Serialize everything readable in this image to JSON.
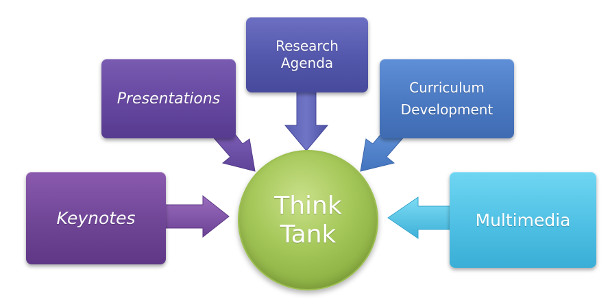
{
  "diagram": {
    "center": {
      "label": "Think\nTank"
    },
    "nodes": [
      {
        "id": "keynotes",
        "label": "Keynotes",
        "italic": true,
        "color": "#6f4596"
      },
      {
        "id": "presentations",
        "label": "Presentations",
        "italic": true,
        "color": "#65479f"
      },
      {
        "id": "research",
        "label": "Research\nAgenda",
        "italic": false,
        "color": "#5357ab"
      },
      {
        "id": "curriculum",
        "label": "Curriculum\nDevelopment",
        "italic": false,
        "color": "#4a79c2"
      },
      {
        "id": "multimedia",
        "label": "Multimedia",
        "italic": false,
        "color": "#4fc0e4"
      }
    ],
    "center_color": "#a7c95c",
    "edges": [
      {
        "from": "keynotes",
        "to": "center"
      },
      {
        "from": "presentations",
        "to": "center"
      },
      {
        "from": "research",
        "to": "center"
      },
      {
        "from": "curriculum",
        "to": "center"
      },
      {
        "from": "multimedia",
        "to": "center"
      }
    ]
  }
}
